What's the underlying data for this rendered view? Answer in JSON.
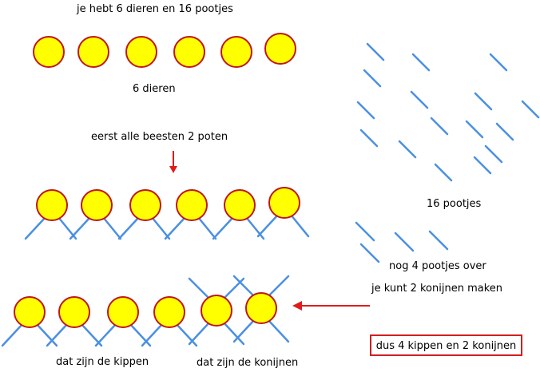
{
  "texts": {
    "top_statement": "je hebt 6 dieren en 16 pootjes",
    "animals_label": "6 dieren",
    "step_label": "eerst alle beesten 2 poten",
    "legs_label": "16 pootjes",
    "remaining_label": "nog 4 pootjes over",
    "rabbits_label": "je kunt 2 konijnen maken",
    "chickens_label": "dat zijn de kippen",
    "rabbits_group_label": "dat zijn de konijnen",
    "answer": "dus 4 kippen en 2 konijnen"
  },
  "colors": {
    "animal_fill": "#ffff00",
    "animal_outline": "#c0161a",
    "leg": "#4a90e2",
    "arrow": "#e01b1b",
    "answer_border": "#d21f1f"
  },
  "counts": {
    "animals": 6,
    "total_legs": 16,
    "legs_per_chicken": 2,
    "legs_per_rabbit": 4,
    "remaining_legs": 4,
    "chickens": 4,
    "rabbits": 2
  }
}
